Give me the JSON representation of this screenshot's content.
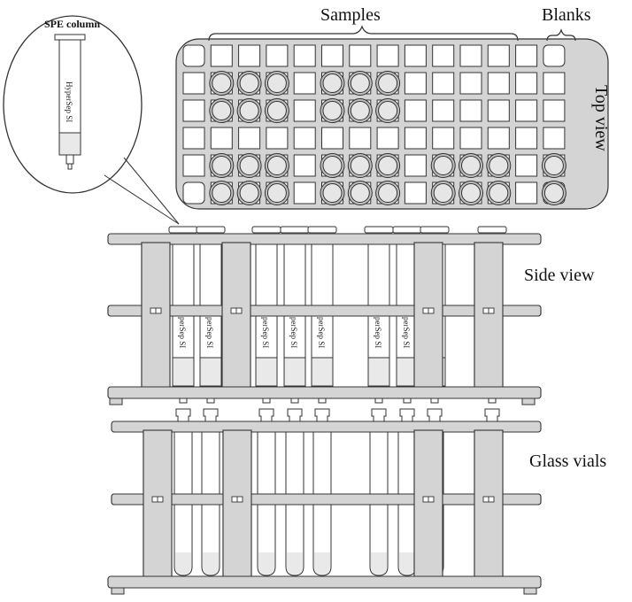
{
  "labels": {
    "samples": "Samples",
    "blanks": "Blanks",
    "top_view": "Top view",
    "side_view": "Side view",
    "glass_vials": "Glass vials",
    "spe_column": "SPE column",
    "column_text": "HyperSep SI",
    "tube_text": "perSep SI"
  },
  "top_rack": {
    "columns": 14,
    "rows": 6,
    "filled_wells": [
      [
        1,
        1
      ],
      [
        1,
        2
      ],
      [
        1,
        3
      ],
      [
        1,
        5
      ],
      [
        1,
        6
      ],
      [
        1,
        7
      ],
      [
        2,
        1
      ],
      [
        2,
        2
      ],
      [
        2,
        3
      ],
      [
        2,
        5
      ],
      [
        2,
        6
      ],
      [
        2,
        7
      ],
      [
        4,
        1
      ],
      [
        4,
        2
      ],
      [
        4,
        3
      ],
      [
        4,
        5
      ],
      [
        4,
        6
      ],
      [
        4,
        7
      ],
      [
        4,
        9
      ],
      [
        4,
        10
      ],
      [
        4,
        11
      ],
      [
        4,
        13
      ],
      [
        5,
        1
      ],
      [
        5,
        2
      ],
      [
        5,
        3
      ],
      [
        5,
        5
      ],
      [
        5,
        6
      ],
      [
        5,
        7
      ],
      [
        5,
        9
      ],
      [
        5,
        10
      ],
      [
        5,
        11
      ],
      [
        5,
        13
      ]
    ]
  },
  "side_rack": {
    "tube_slots": [
      1,
      2,
      4,
      5,
      6,
      8,
      9,
      10,
      12
    ],
    "text_slots": [
      1,
      2,
      4,
      5,
      6,
      8,
      9,
      10
    ]
  },
  "vial_rack": {
    "vial_slots": [
      1,
      2,
      4,
      5,
      6,
      8,
      9,
      10,
      12
    ],
    "filled_slots": [
      1,
      2,
      4,
      5,
      6,
      8,
      9
    ]
  },
  "colors": {
    "frame": "#d4d4d4",
    "stroke": "#333333",
    "well_fill": "#e6e6e6",
    "liquid": "#e9e9e9"
  }
}
